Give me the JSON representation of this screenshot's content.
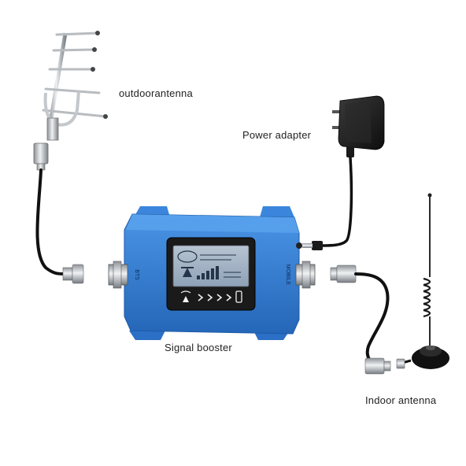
{
  "labels": {
    "outdoor_antenna": "outdoorantenna",
    "power_adapter": "Power adapter",
    "signal_booster": "Signal booster",
    "indoor_antenna": "Indoor antenna"
  },
  "booster": {
    "port_left": "BTS",
    "port_right": "MOBILE"
  },
  "colors": {
    "booster_blue": "#2f7fd9",
    "cable": "#111111",
    "connector_silver": "#c9ccd0",
    "lcd": "#9fb0c4"
  }
}
